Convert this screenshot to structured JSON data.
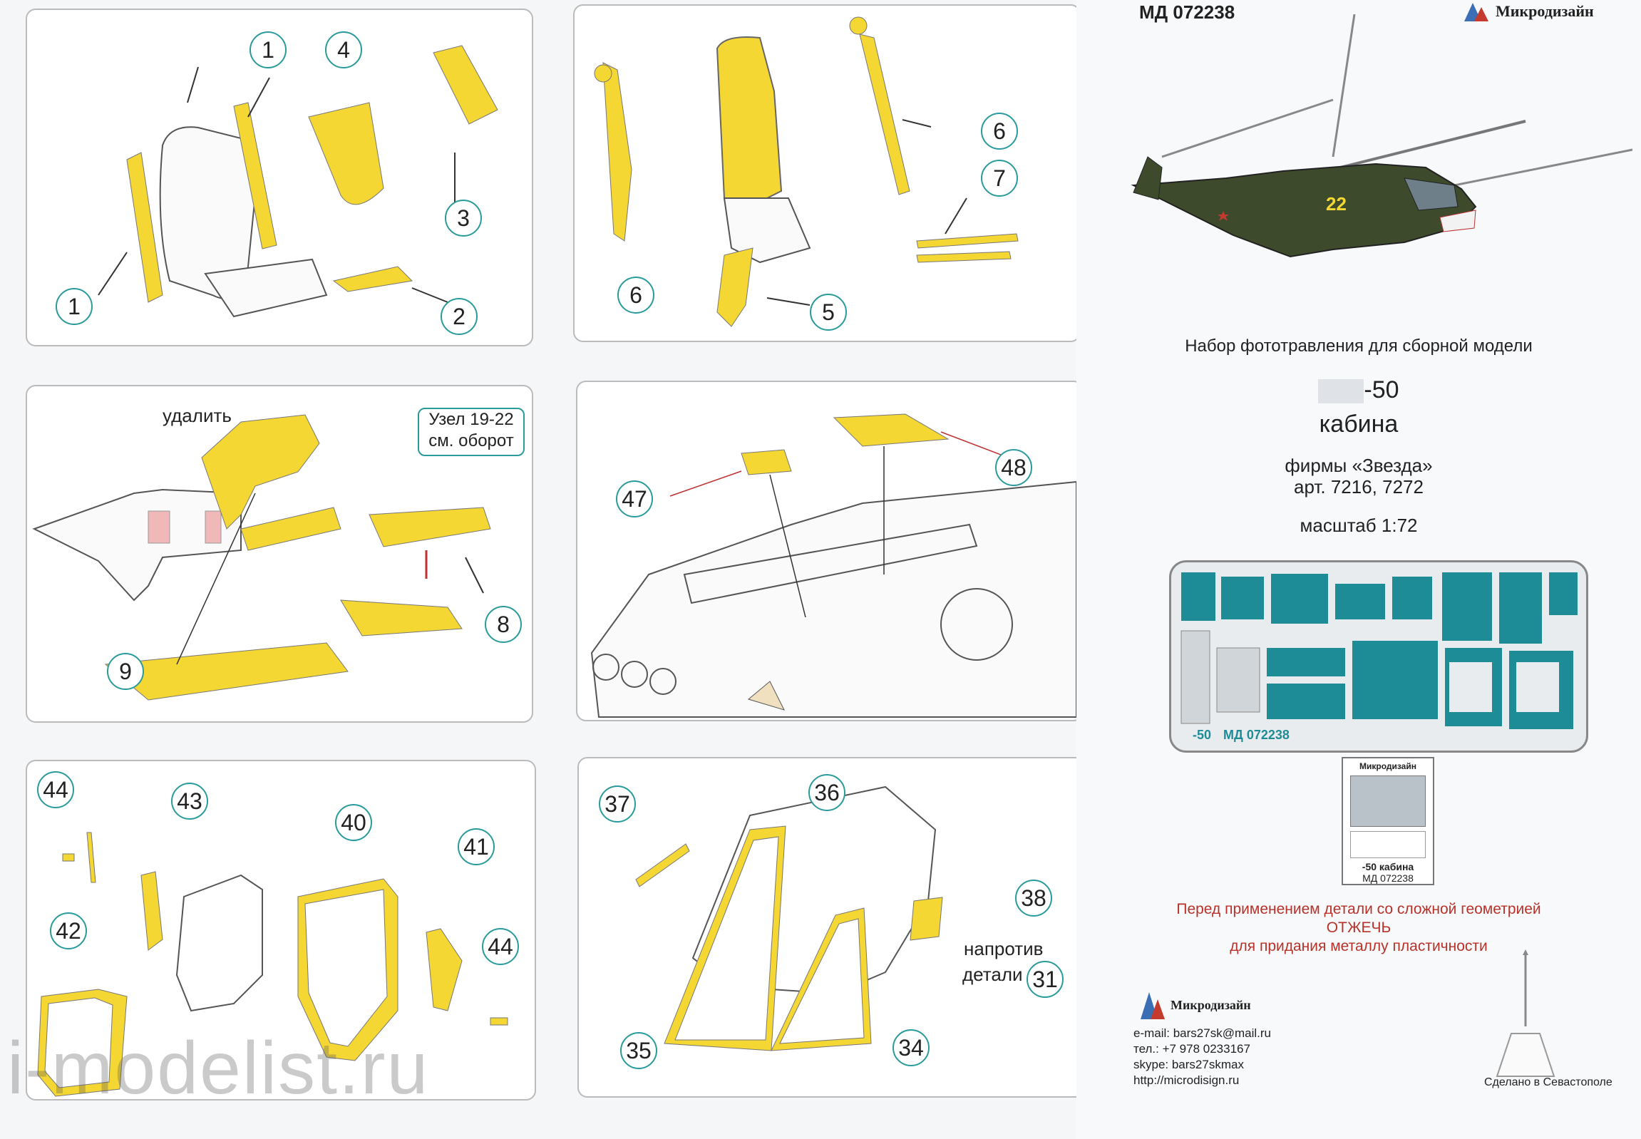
{
  "panels": {
    "p1": {
      "callouts": [
        "1",
        "4",
        "3",
        "1",
        "2"
      ]
    },
    "p2": {
      "callouts": [
        "6",
        "7",
        "6",
        "5"
      ]
    },
    "p3": {
      "label_remove": "удалить",
      "node_line1": "Узел 19-22",
      "node_line2": "см. оборот",
      "callouts": [
        "8",
        "9"
      ]
    },
    "p4": {
      "callouts": [
        "47",
        "48"
      ]
    },
    "p5": {
      "callouts": [
        "44",
        "43",
        "40",
        "41",
        "42",
        "44"
      ]
    },
    "p6": {
      "callouts": [
        "37",
        "36",
        "38",
        "35",
        "34",
        "31"
      ],
      "opposite_line1": "напротив",
      "opposite_line2": "детали"
    }
  },
  "header": {
    "code": "МД 072238",
    "brand": "Микродизайн"
  },
  "info": {
    "subtitle": "Набор фототравления для сборной модели",
    "model": "-50",
    "part": "кабина",
    "maker": "фирмы «Звезда»",
    "articles": "арт. 7216, 7272",
    "scale": "масштаб 1:72"
  },
  "fret": {
    "label_model": "-50",
    "label_code": "МД 072238"
  },
  "small_card": {
    "brand": "Микродизайн",
    "line1": "-50 кабина",
    "line2": "МД 072238"
  },
  "warning": {
    "line1": "Перед применением детали со сложной геометрией",
    "line2": "ОТЖЕЧЬ",
    "line3": "для придания металлу пластичности"
  },
  "contacts": {
    "brand": "Микродизайн",
    "email": "e-mail: bars27sk@mail.ru",
    "phone": "тел.: +7 978 0233167",
    "skype": "skype: bars27skmax",
    "web": "http://microdisign.ru"
  },
  "made_in": "Сделано в Севастополе",
  "watermark": "i-modelist.ru",
  "colors": {
    "part": "#f5d733",
    "teal": "#2a9b9b",
    "warning": "#b8322a",
    "fret": "#1e8c96"
  }
}
